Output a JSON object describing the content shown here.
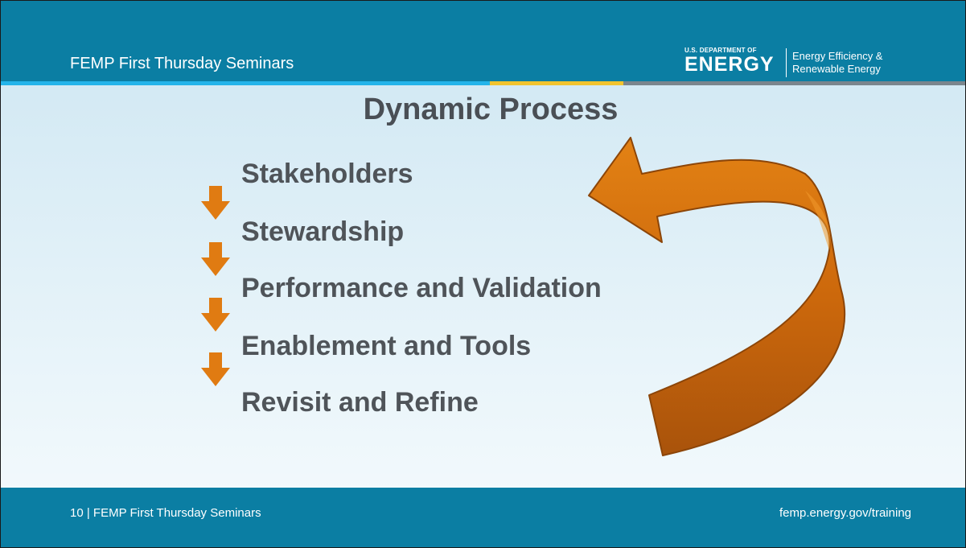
{
  "header": {
    "title": "FEMP First Thursday Seminars",
    "logo": {
      "dept_line": "U.S. DEPARTMENT OF",
      "energy": "ENERGY",
      "eere_line1": "Energy Efficiency &",
      "eere_line2": "Renewable Energy"
    }
  },
  "slide": {
    "title": "Dynamic Process",
    "steps": [
      "Stakeholders",
      "Stewardship",
      "Performance and Validation",
      "Enablement and Tools",
      "Revisit and Refine"
    ]
  },
  "footer": {
    "page_number": "10",
    "left_text": "10 | FEMP First Thursday Seminars",
    "right_text": "femp.energy.gov/training"
  },
  "colors": {
    "header_blue": "#0b7ea3",
    "stripe_blue": "#24b4ea",
    "stripe_yellow": "#f1c42e",
    "stripe_gray": "#7b868d",
    "arrow_orange": "#e07b12",
    "text_gray": "#4f5459"
  },
  "icons": {
    "step_arrow": "down-arrow-icon",
    "cycle_arrow": "curved-return-arrow-icon"
  }
}
